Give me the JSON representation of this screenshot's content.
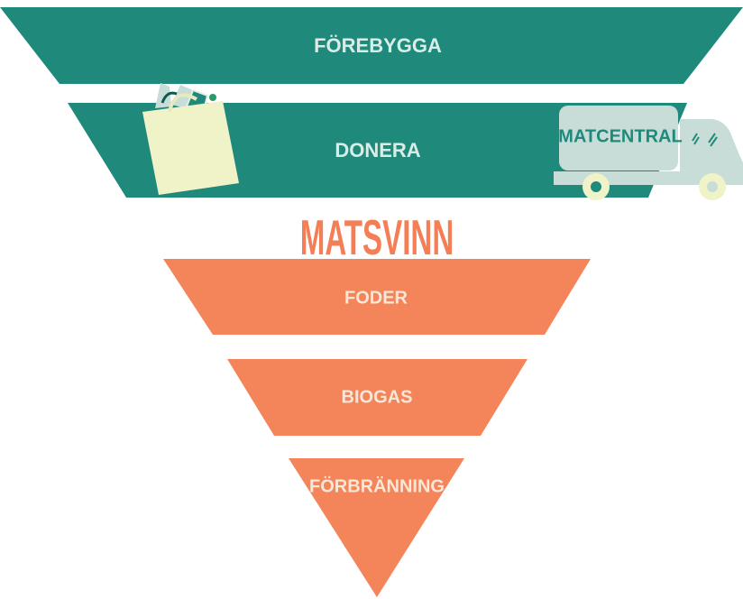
{
  "colors": {
    "teal": "#1f8a7b",
    "orange": "#f4855a",
    "title": "#f47f56",
    "light_text": "#d9ede7",
    "truck": "#c8ddd7",
    "bag": "#f0f2c8"
  },
  "icons": [
    "shopping-bag-icon",
    "delivery-truck-icon"
  ],
  "top": {
    "prevent": "FÖREBYGGA",
    "donate": "DONERA",
    "truck_label": "MATCENTRAL"
  },
  "title": "MATSVINN",
  "bottom": {
    "feed": "FODER",
    "biogas": "BIOGAS",
    "incineration": "FÖRBRÄNNING"
  }
}
